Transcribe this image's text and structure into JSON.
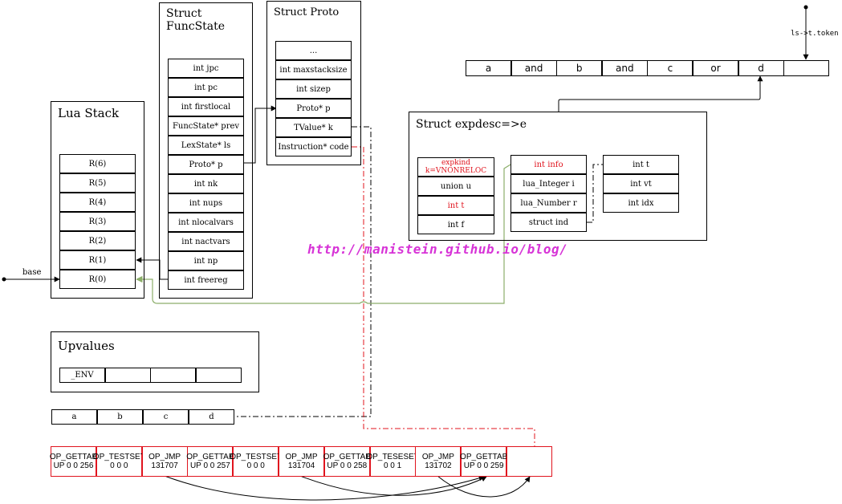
{
  "lua_stack": {
    "title": "Lua Stack",
    "cells": [
      "R(6)",
      "R(5)",
      "R(4)",
      "R(3)",
      "R(2)",
      "R(1)",
      "R(0)"
    ],
    "base_label": "base"
  },
  "funcstate": {
    "title": "Struct\nFuncState",
    "fields": [
      "int jpc",
      "int pc",
      "int firstlocal",
      "FuncState* prev",
      "LexState* ls",
      "Proto* p",
      "int nk",
      "int nups",
      "int nlocalvars",
      "int nactvars",
      "int np",
      "int freereg"
    ]
  },
  "proto": {
    "title": "Struct Proto",
    "fields": [
      "...",
      "int maxstacksize",
      "int sizep",
      "Proto* p",
      "TValue* k",
      "Instruction* code"
    ]
  },
  "expdesc": {
    "title": "Struct expdesc=>e",
    "left": [
      {
        "lines": [
          "expkind",
          "k=VNONRELOC"
        ],
        "color": "red"
      },
      {
        "lines": [
          "union u"
        ],
        "color": "black"
      },
      {
        "lines": [
          "int t"
        ],
        "color": "red"
      },
      {
        "lines": [
          "int f"
        ],
        "color": "black"
      }
    ],
    "union": [
      {
        "text": "int info",
        "color": "red"
      },
      {
        "text": "lua_Integer i",
        "color": "black"
      },
      {
        "text": "lua_Number r",
        "color": "black"
      },
      {
        "text": "struct ind",
        "color": "black"
      }
    ],
    "ind": [
      "int t",
      "int vt",
      "int idx"
    ]
  },
  "tokens": {
    "cells": [
      "a",
      "and",
      "b",
      "and",
      "c",
      "or",
      "d",
      ""
    ],
    "pointer_label": "ls->t.token"
  },
  "upvalues": {
    "title": "Upvalues",
    "cells": [
      "_ENV",
      "",
      "",
      ""
    ]
  },
  "constants": [
    "a",
    "b",
    "c",
    "d"
  ],
  "code": [
    {
      "op": "OP_GETTAB",
      "args": "UP 0 0 256"
    },
    {
      "op": "OP_TESTSET",
      "args": "0 0 0"
    },
    {
      "op": "OP_JMP",
      "args": "131707"
    },
    {
      "op": "OP_GETTAB",
      "args": "UP 0 0 257"
    },
    {
      "op": "OP_TESTSET",
      "args": "0 0 0"
    },
    {
      "op": "OP_JMP",
      "args": "131704"
    },
    {
      "op": "OP_GETTAB",
      "args": "UP 0 0 258"
    },
    {
      "op": "OP_TESESET",
      "args": "0 0 1"
    },
    {
      "op": "OP_JMP",
      "args": "131702"
    },
    {
      "op": "OP_GETTAB",
      "args": "UP 0 0 259"
    },
    {
      "op": "",
      "args": ""
    }
  ],
  "watermark": "http://manistein.github.io/blog/",
  "colors": {
    "red": "#e0141e",
    "green": "#8cae6a",
    "magenta": "#d733d7",
    "black": "#000000"
  }
}
